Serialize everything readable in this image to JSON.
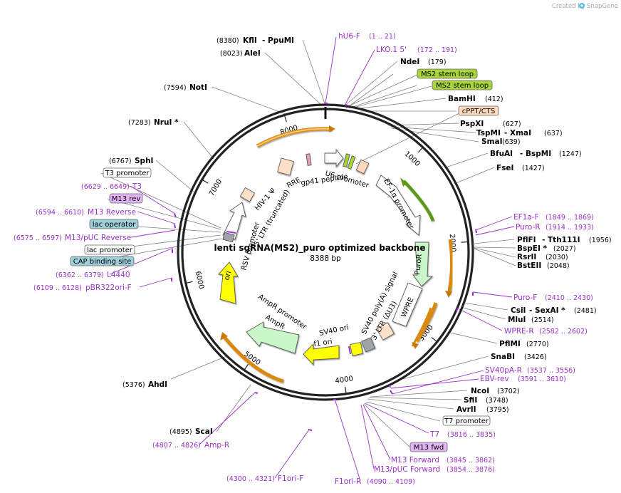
{
  "brand": {
    "prefix": "Created by",
    "name": "SnapGene"
  },
  "plasmid": {
    "name": "lenti sgRNA(MS2)_puro optimized backbone",
    "size": "8388 bp"
  },
  "ticks": [
    "1000",
    "2000",
    "3000",
    "4000",
    "5000",
    "6000",
    "7000",
    "8000"
  ],
  "features": [
    "U6 promoter",
    "EF-1α promoter",
    "PuroR",
    "WPRE",
    "3' LTR (ΔU3)",
    "SV40 poly(A) signal",
    "SV40 ori",
    "f1 ori",
    "AmpR",
    "AmpR promoter",
    "ori",
    "RSV promoter",
    "5' LTR (truncated)",
    "HIV-1 Ψ",
    "RRE",
    "gp41 peptide"
  ],
  "cutters": [
    {
      "pos": "(8380)",
      "name": "KflI",
      "extra": "- PpuMI"
    },
    {
      "pos": "(8023)",
      "name": "AleI",
      "extra": ""
    },
    {
      "pos": "(7594)",
      "name": "NotI",
      "extra": ""
    },
    {
      "pos": "(7283)",
      "name": "NruI *",
      "extra": ""
    },
    {
      "pos": "(6767)",
      "name": "SphI",
      "extra": ""
    },
    {
      "pos": "(5376)",
      "name": "AhdI",
      "extra": ""
    },
    {
      "pos": "(4895)",
      "name": "ScaI",
      "extra": ""
    },
    {
      "pos": "(179)",
      "name": "NdeI",
      "extra": ""
    },
    {
      "pos": "(412)",
      "name": "BamHI",
      "extra": ""
    },
    {
      "pos": "(627)",
      "name": "PspXI",
      "extra": ""
    },
    {
      "pos": "(637)",
      "name": "TspMI",
      "extra": "- XmaI"
    },
    {
      "pos": "(639)",
      "name": "SmaI",
      "extra": ""
    },
    {
      "pos": "(1247)",
      "name": "BfuAI",
      "extra": "- BspMI"
    },
    {
      "pos": "(1427)",
      "name": "FseI",
      "extra": ""
    },
    {
      "pos": "(1956)",
      "name": "PflFI",
      "extra": "- Tth111I"
    },
    {
      "pos": "(2027)",
      "name": "BspEI *",
      "extra": ""
    },
    {
      "pos": "(2030)",
      "name": "RsrII",
      "extra": ""
    },
    {
      "pos": "(2048)",
      "name": "BstEII",
      "extra": ""
    },
    {
      "pos": "(2481)",
      "name": "CsiI",
      "extra": "- SexAI *"
    },
    {
      "pos": "(2514)",
      "name": "MluI",
      "extra": ""
    },
    {
      "pos": "(2770)",
      "name": "PflMI",
      "extra": ""
    },
    {
      "pos": "(3426)",
      "name": "SnaBI",
      "extra": ""
    },
    {
      "pos": "(3702)",
      "name": "NcoI",
      "extra": ""
    },
    {
      "pos": "(3748)",
      "name": "SfiI",
      "extra": ""
    },
    {
      "pos": "(3795)",
      "name": "AvrII",
      "extra": ""
    }
  ],
  "primers": [
    {
      "name": "hU6-F",
      "pos": "(1 .. 21)"
    },
    {
      "name": "LKO.1 5'",
      "pos": "(172 .. 191)"
    },
    {
      "name": "T3",
      "pos": "(6629 .. 6649)"
    },
    {
      "name": "M13 Reverse",
      "pos": "(6594 .. 6610)"
    },
    {
      "name": "M13/pUC Reverse",
      "pos": "(6575 .. 6597)"
    },
    {
      "name": "L4440",
      "pos": "(6362 .. 6379)"
    },
    {
      "name": "pBR322ori-F",
      "pos": "(6109 .. 6128)"
    },
    {
      "name": "Amp-R",
      "pos": "(4807 .. 4826)"
    },
    {
      "name": "F1ori-F",
      "pos": "(4300 .. 4321)"
    },
    {
      "name": "F1ori-R",
      "pos": "(4090 .. 4109)"
    },
    {
      "name": "EF1a-F",
      "pos": "(1849 .. 1869)"
    },
    {
      "name": "Puro-R",
      "pos": "(1914 .. 1933)"
    },
    {
      "name": "Puro-F",
      "pos": "(2410 .. 2430)"
    },
    {
      "name": "WPRE-R",
      "pos": "(2582 .. 2602)"
    },
    {
      "name": "SV40pA-R",
      "pos": "(3537 .. 3556)"
    },
    {
      "name": "EBV-rev",
      "pos": "(3591 .. 3610)"
    },
    {
      "name": "T7",
      "pos": "(3816 .. 3835)"
    },
    {
      "name": "M13 Forward",
      "pos": "(3845 .. 3862)"
    },
    {
      "name": "M13/pUC Forward",
      "pos": "(3854 .. 3876)"
    }
  ],
  "boxed_features": [
    {
      "name": "MS2 stem loop",
      "fill": "#a8d63a"
    },
    {
      "name": "MS2 stem loop",
      "fill": "#a8d63a"
    },
    {
      "name": "cPPT/CTS",
      "fill": "#fcd9bd"
    },
    {
      "name": "T3 promoter",
      "fill": "#ffffff"
    },
    {
      "name": "M13 rev",
      "fill": "#e4b5f5"
    },
    {
      "name": "lac operator",
      "fill": "#9fcfd9"
    },
    {
      "name": "lac promoter",
      "fill": "#ffffff"
    },
    {
      "name": "CAP binding site",
      "fill": "#9fcfd9"
    },
    {
      "name": "T7 promoter",
      "fill": "#ffffff"
    },
    {
      "name": "M13 fwd",
      "fill": "#e4b5f5"
    }
  ],
  "colors": {
    "primer": "#9a30c8",
    "orf_orange": "#f4a62a",
    "promoter_fill": "#ffffff",
    "puro": "#c9f7c9",
    "ori": "#ffff00",
    "ltr": "#fce0c8"
  }
}
